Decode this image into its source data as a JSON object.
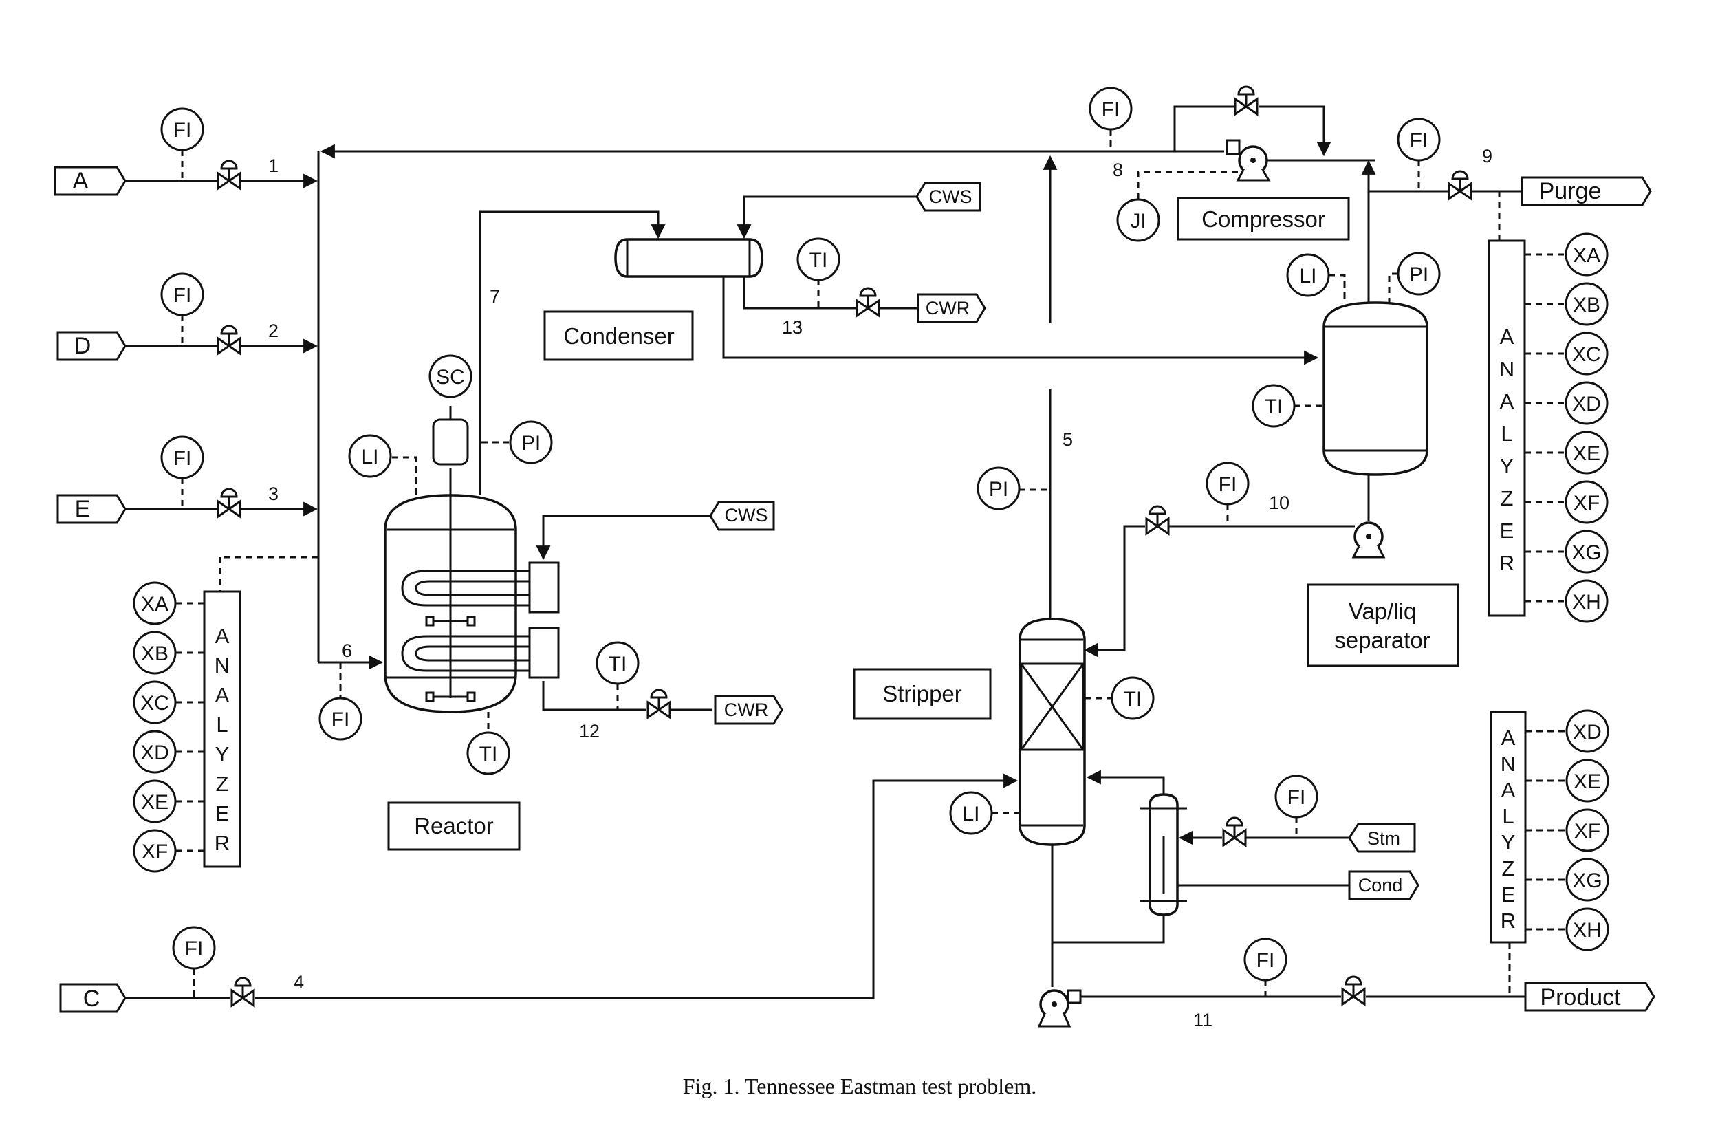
{
  "streams": {
    "feed_a": "A",
    "feed_d": "D",
    "feed_e": "E",
    "feed_c": "C",
    "purge": "Purge",
    "product": "Product",
    "cws_condenser": "CWS",
    "cwr_condenser": "CWR",
    "cws_reactor": "CWS",
    "cwr_reactor": "CWR",
    "steam": "Stm",
    "cond": "Cond"
  },
  "stream_numbers": {
    "s1": "1",
    "s2": "2",
    "s3": "3",
    "s4": "4",
    "s5": "5",
    "s6": "6",
    "s7": "7",
    "s8": "8",
    "s9": "9",
    "s10": "10",
    "s11": "11",
    "s12": "12",
    "s13": "13"
  },
  "units": {
    "reactor": "Reactor",
    "condenser": "Condenser",
    "compressor": "Compressor",
    "separator_line1": "Vap/liq",
    "separator_line2": "separator",
    "stripper": "Stripper"
  },
  "instruments": {
    "fi": "FI",
    "ti": "TI",
    "li": "LI",
    "pi": "PI",
    "sc": "SC",
    "ji": "JI"
  },
  "analyzer_label": [
    "A",
    "N",
    "A",
    "L",
    "Y",
    "Z",
    "E",
    "R"
  ],
  "analyzers": {
    "feed": [
      "XA",
      "XB",
      "XC",
      "XD",
      "XE",
      "XF"
    ],
    "purge": [
      "XA",
      "XB",
      "XC",
      "XD",
      "XE",
      "XF",
      "XG",
      "XH"
    ],
    "product": [
      "XD",
      "XE",
      "XF",
      "XG",
      "XH"
    ]
  },
  "caption": "Fig. 1. Tennessee Eastman test problem."
}
